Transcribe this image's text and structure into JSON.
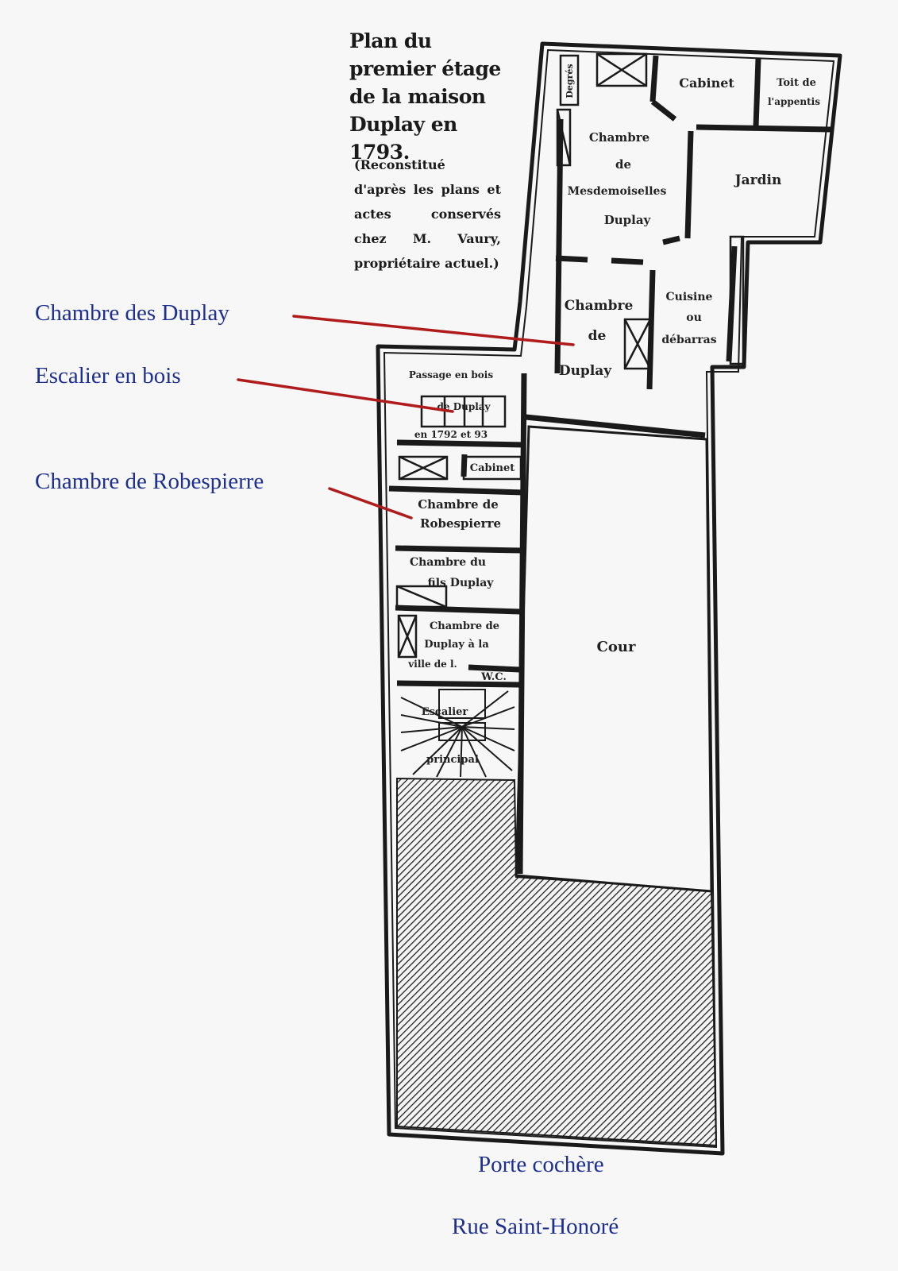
{
  "plan": {
    "title": "Plan du premier étage de la maison Duplay en 1793.",
    "note": "(Reconstitué d'après les plans et actes conservés chez M. Vaury, propriétaire actuel.)"
  },
  "annotations": {
    "chambre_des_duplay": "Chambre des Duplay",
    "escalier_en_bois": "Escalier en bois",
    "chambre_de_robespierre": "Chambre de Robespierre",
    "porte_cochere": "Porte cochère",
    "rue": "Rue Saint-Honoré"
  },
  "rooms": {
    "cabinet_top": "Cabinet",
    "toit": "Toit de",
    "toit_2": "l'appentis",
    "chambre_mesd_1": "Chambre",
    "chambre_mesd_2": "de",
    "chambre_mesd_3": "Mesdemoiselles",
    "chambre_mesd_4": "Duplay",
    "jardin": "Jardin",
    "chambre_duplay_1": "Chambre",
    "chambre_duplay_2": "de",
    "chambre_duplay_3": "Duplay",
    "cuisine_1": "Cuisine",
    "cuisine_2": "ou",
    "cuisine_3": "débarras",
    "passage": "Passage en bois",
    "escalier_1": "de Duplay",
    "escalier_2": "en 1792 et 93",
    "cabinet_small": "Cabinet",
    "robespierre_1": "Chambre de",
    "robespierre_2": "Robespierre",
    "fils_1": "Chambre du",
    "fils_2": "fils Duplay",
    "neveu_1": "Chambre de",
    "neveu_2": "Duplay à la",
    "neveu_3": "ville de l.",
    "wc": "W.C.",
    "esc_principal_1": "Escalier",
    "esc_principal_2": "principal",
    "cour": "Cour",
    "vertical_label": "Degrés"
  },
  "colors": {
    "annotation_text": "#1d2f91",
    "leader_line": "#b01b1b",
    "ink": "#1a1a1a",
    "background": "#f7f7f7"
  }
}
